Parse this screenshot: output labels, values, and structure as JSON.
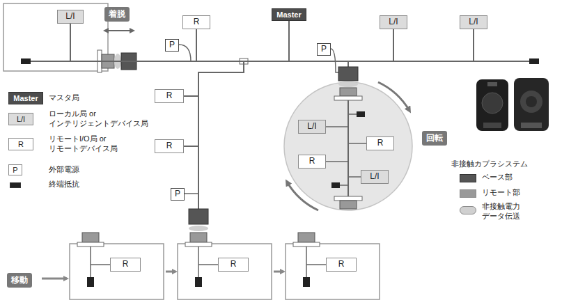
{
  "diagram": {
    "nodes": [
      {
        "text": [
          "L/I"
        ]
      },
      {
        "text": [
          "R"
        ]
      },
      {
        "text": [
          "Master"
        ]
      },
      {
        "text": [
          "L/I"
        ]
      },
      {
        "text": [
          "L/I"
        ]
      },
      {
        "text": [
          "P"
        ]
      },
      {
        "text": [
          "P"
        ]
      },
      {
        "text": [
          "R"
        ]
      },
      {
        "text": [
          "L/I"
        ]
      },
      {
        "text": [
          "R"
        ]
      },
      {
        "text": [
          "R"
        ]
      },
      {
        "text": [
          "R"
        ]
      },
      {
        "text": [
          "L/I"
        ]
      },
      {
        "text": [
          "P"
        ]
      },
      {
        "text": [
          "R"
        ]
      },
      {
        "text": [
          "R"
        ]
      },
      {
        "text": [
          "R"
        ]
      }
    ],
    "edges": [
      {
        "from": 2,
        "to": 0,
        "arrow": "none"
      },
      {
        "from": 2,
        "to": 1,
        "arrow": "none"
      },
      {
        "from": 2,
        "to": 3,
        "arrow": "none"
      },
      {
        "from": 2,
        "to": 4,
        "arrow": "none"
      },
      {
        "from": 2,
        "to": 7,
        "arrow": "none"
      },
      {
        "from": 2,
        "to": 10,
        "arrow": "none"
      }
    ],
    "labels": [
      "着脱",
      "Master",
      "L/I",
      "R",
      "P",
      "回転",
      "非接触カプラシステム",
      "移動"
    ],
    "legend": [
      {
        "text": "マスタ局",
        "color": "#4d4d4d"
      },
      {
        "text": "ローカル局 or インテリジェントデバイス局",
        "color": "#dcdcdc"
      },
      {
        "text": "リモートI/O局 or リモートデバイス局",
        "color": "#ffffff"
      },
      {
        "text": "外部電源",
        "color": "#ffffff"
      },
      {
        "text": "終端抵抗",
        "color": "#222222"
      },
      {
        "text": "ベース部",
        "color": "#555555"
      },
      {
        "text": "リモート部",
        "color": "#999999"
      },
      {
        "text": "非接触電力 データ伝送",
        "color": "#d0d0d0"
      }
    ]
  }
}
